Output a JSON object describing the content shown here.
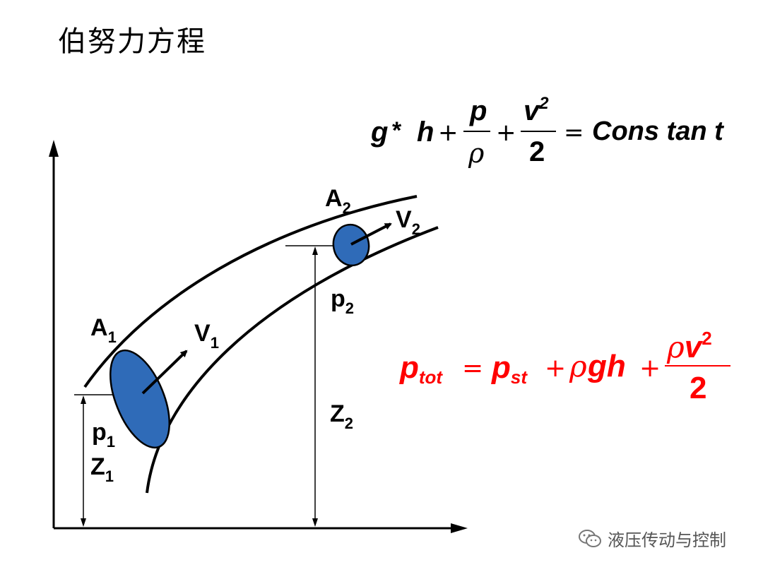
{
  "title": "伯努力方程",
  "labels": {
    "a1": "A",
    "a1_sub": "1",
    "v1": "V",
    "v1_sub": "1",
    "a2": "A",
    "a2_sub": "2",
    "v2": "V",
    "v2_sub": "2",
    "p1": "p",
    "p1_sub": "1",
    "z1": "Z",
    "z1_sub": "1",
    "p2": "p",
    "p2_sub": "2",
    "z2": "Z",
    "z2_sub": "2"
  },
  "equation1": {
    "term_g": "g",
    "star": "*",
    "term_h": "h",
    "plus1": "+",
    "frac1_num": "p",
    "frac1_den": "ρ",
    "plus2": "+",
    "frac2_num": "v",
    "frac2_num_exp": "2",
    "frac2_den": "2",
    "equals": "=",
    "rhs": "Cons tan t"
  },
  "equation2": {
    "p": "p",
    "p_sub": "tot",
    "equals": "=",
    "pst": "p",
    "pst_sub": "st",
    "plus1": "+",
    "rho": "ρ",
    "gh": "gh",
    "plus2": "+",
    "frac_rho": "ρ",
    "frac_v": "v",
    "frac_exp": "2",
    "frac_den": "2"
  },
  "colors": {
    "tube": "#000000",
    "cross_section": "#2f6bb8",
    "equation2": "#ff0000"
  },
  "watermark": {
    "icon": "wechat-icon",
    "text": "液压传动与控制"
  }
}
